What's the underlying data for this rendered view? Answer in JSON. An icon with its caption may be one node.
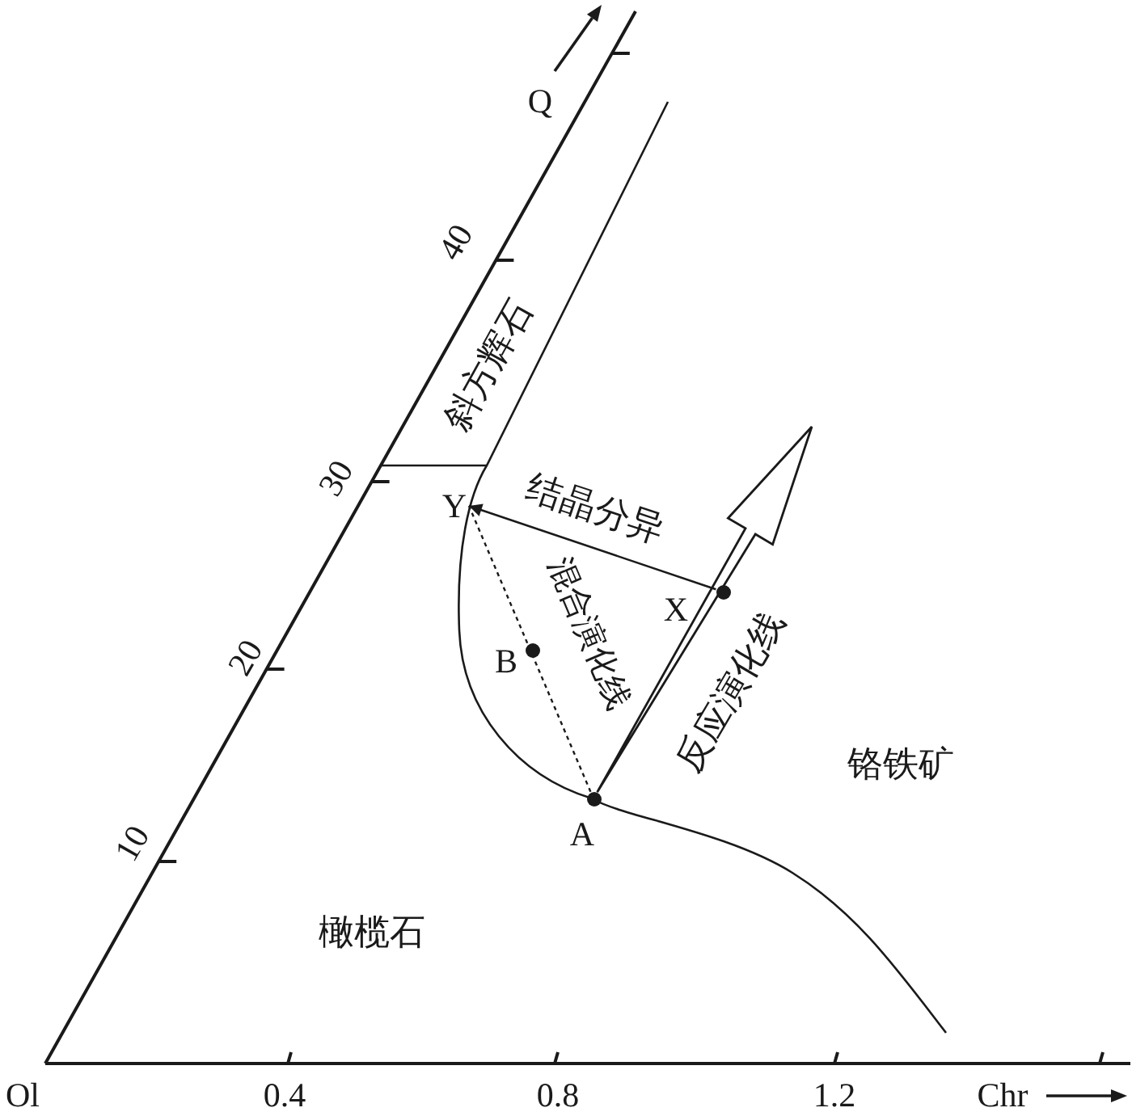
{
  "diagram": {
    "nodes": [
      {
        "text": [
          "Y"
        ]
      },
      {
        "text": [
          "X"
        ]
      },
      {
        "text": [
          "B"
        ]
      },
      {
        "text": [
          "A"
        ]
      }
    ],
    "edges": [
      {
        "from": 1,
        "to": 0,
        "arrow": "to",
        "label": "结晶分异"
      },
      {
        "from": 3,
        "to": 0,
        "arrow": "none",
        "style": "dashed",
        "label": "混合演化线"
      },
      {
        "from": 3,
        "to": null,
        "arrow": "to",
        "style": "thick",
        "label": "反应演化线"
      }
    ],
    "labels": [
      "Q",
      "40",
      "斜方辉石",
      "30",
      "20",
      "铬铁矿",
      "10",
      "橄榄石",
      "Ol",
      "0.4",
      "0.8",
      "1.2",
      "Chr"
    ]
  }
}
